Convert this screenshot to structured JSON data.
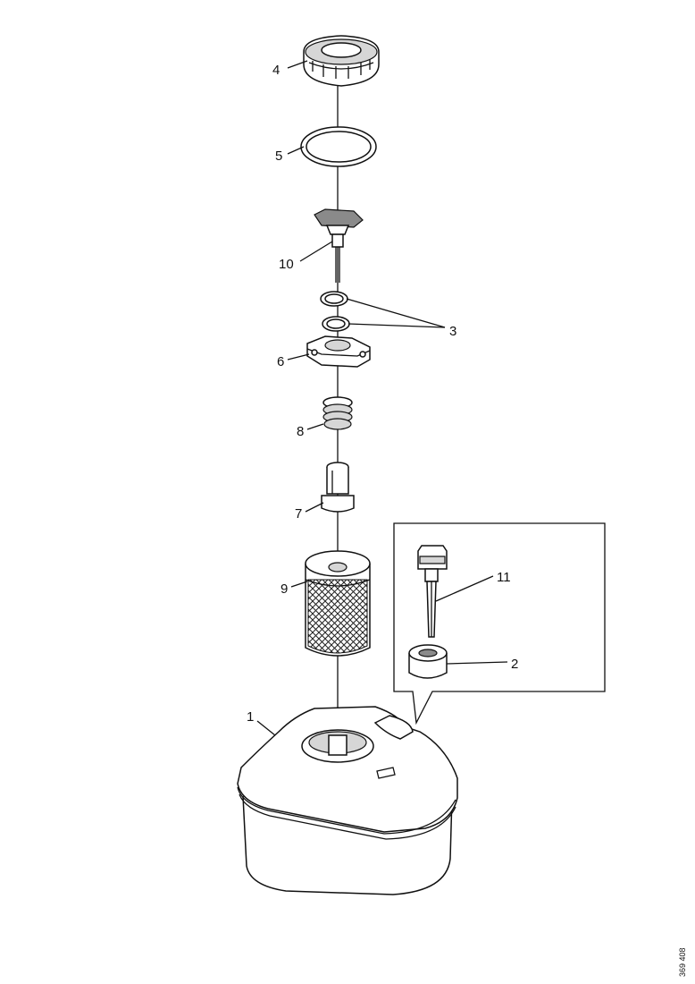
{
  "diagram": {
    "callouts": {
      "p1": "1",
      "p2": "2",
      "p3": "3",
      "p4": "4",
      "p5": "5",
      "p6": "6",
      "p7": "7",
      "p8": "8",
      "p9": "9",
      "p10": "10",
      "p11": "11"
    },
    "reference_number": "369 408"
  }
}
